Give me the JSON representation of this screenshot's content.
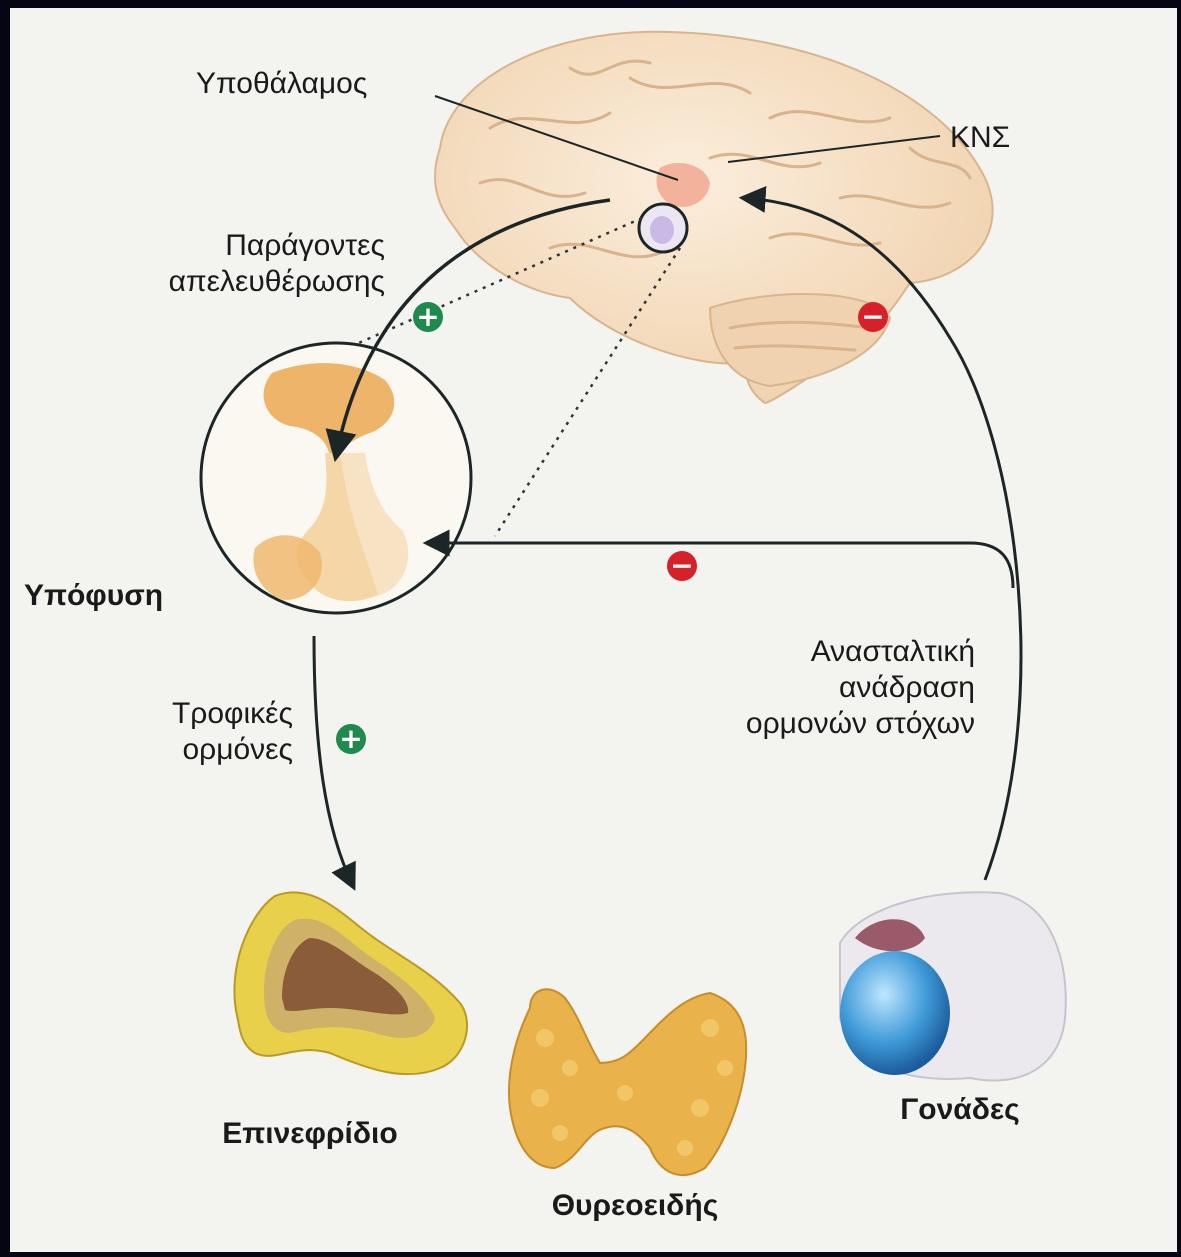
{
  "labels": {
    "hypothalamus": "Υποθάλαμος",
    "cns": "ΚΝΣ",
    "releasing_factors_1": "Παράγοντες",
    "releasing_factors_2": "απελευθέρωσης",
    "pituitary": "Υπόφυση",
    "trophic_1": "Τροφικές",
    "trophic_2": "ορμόνες",
    "feedback_1": "Ανασταλτική",
    "feedback_2": "ανάδραση",
    "feedback_3": "ορμονών στόχων",
    "adrenal": "Επινεφρίδιο",
    "thyroid": "Θυρεοειδής",
    "gonads": "Γονάδες"
  },
  "signs": {
    "plus": "+",
    "minus": "−"
  },
  "colors": {
    "stimulate": "#1f8a4c",
    "inhibit": "#d6202a",
    "brain": "#f3d9b8",
    "pituitary": "#f5c98a",
    "adrenal": "#e8d04a",
    "thyroid": "#e9b24a",
    "gonad": "#4aa3e0",
    "arrow": "#1c2626"
  }
}
